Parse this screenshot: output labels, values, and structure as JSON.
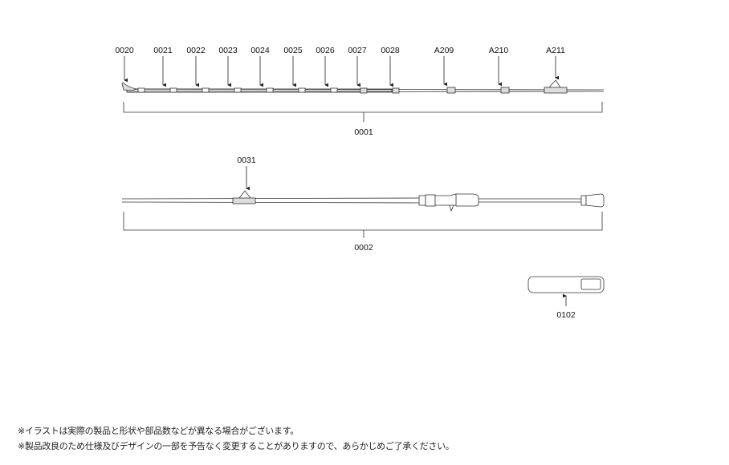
{
  "diagram": {
    "section1": {
      "assembly_label": "0001",
      "parts": [
        "0020",
        "0021",
        "0022",
        "0023",
        "0024",
        "0025",
        "0026",
        "0027",
        "0028",
        "A209",
        "A210",
        "A211"
      ]
    },
    "section2": {
      "assembly_label": "0002",
      "parts": [
        "0031"
      ]
    },
    "section3": {
      "parts": [
        "0102"
      ]
    }
  },
  "notes": [
    "※イラストは実際の製品と形状や部品数などが異なる場合がございます。",
    "※製品改良のため仕様及びデザインの一部を予告なく変更することがありますので、あらかじめご了承ください。"
  ]
}
